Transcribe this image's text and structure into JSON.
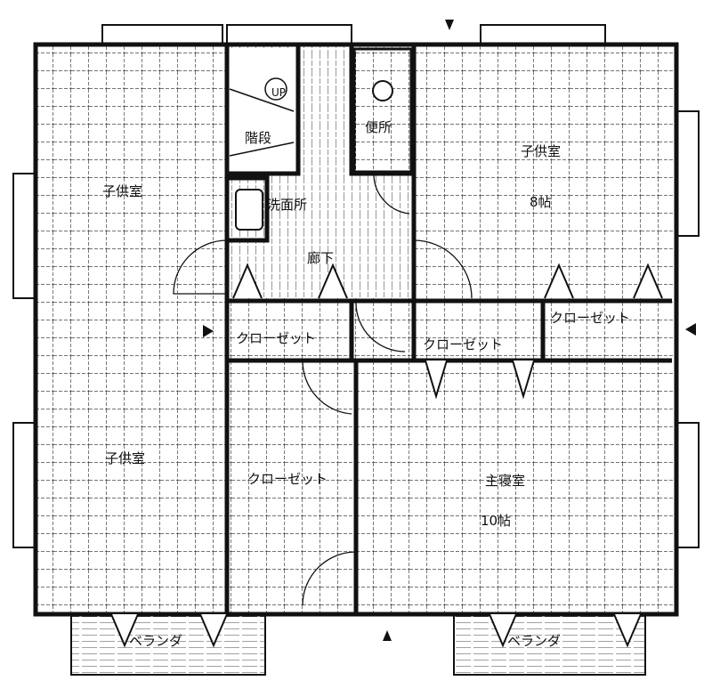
{
  "plan": {
    "rooms": {
      "child_room_left_top": "子供室",
      "child_room_left_bottom": "子供室",
      "stairs": "階段",
      "stairs_direction": "UP",
      "toilet": "便所",
      "washroom": "洗面所",
      "hallway": "廊下",
      "child_room_right": "子供室",
      "child_room_right_size": "8帖",
      "closet_1": "クローゼット",
      "closet_2": "クローゼット",
      "closet_3": "クローゼット",
      "closet_4": "クローゼット",
      "master_bedroom": "主寝室",
      "master_bedroom_size": "10帖",
      "balcony_left": "ベランダ",
      "balcony_right": "ベランダ"
    },
    "colors": {
      "line": "#111111",
      "background": "#ffffff"
    }
  }
}
